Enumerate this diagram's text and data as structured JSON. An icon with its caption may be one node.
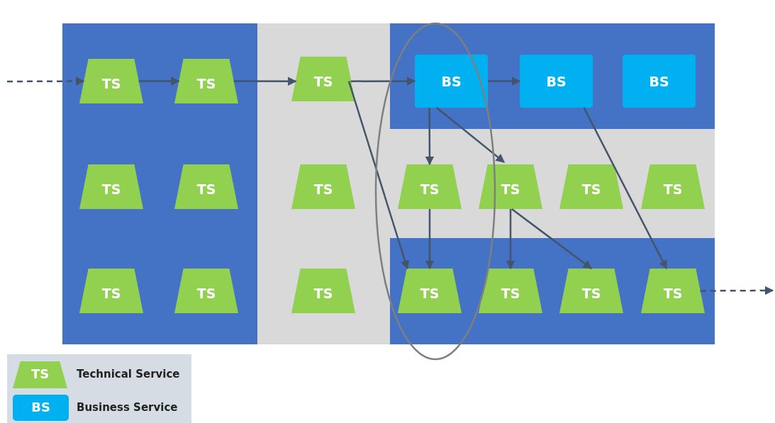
{
  "diagram": {
    "nodes": [
      {
        "text": [],
        "shape": "band"
      },
      {
        "text": [],
        "shape": "band"
      },
      {
        "text": [],
        "shape": "band"
      },
      {
        "text": [],
        "shape": "band"
      },
      {
        "text": [],
        "shape": "band"
      },
      {
        "text": [
          "TS"
        ],
        "in": 0
      },
      {
        "text": [
          "TS"
        ],
        "in": 0
      },
      {
        "text": [
          "TS"
        ],
        "in": 1
      },
      {
        "text": [
          "BS"
        ],
        "in": 2
      },
      {
        "text": [
          "BS"
        ],
        "in": 2
      },
      {
        "text": [
          "BS"
        ],
        "in": 2
      },
      {
        "text": [
          "TS"
        ],
        "in": 0
      },
      {
        "text": [
          "TS"
        ],
        "in": 0
      },
      {
        "text": [
          "TS"
        ],
        "in": 1
      },
      {
        "text": [
          "TS"
        ],
        "in": 3
      },
      {
        "text": [
          "TS"
        ],
        "in": 3
      },
      {
        "text": [
          "TS"
        ],
        "in": 3
      },
      {
        "text": [
          "TS"
        ],
        "in": 3
      },
      {
        "text": [
          "TS"
        ],
        "in": 0
      },
      {
        "text": [
          "TS"
        ],
        "in": 0
      },
      {
        "text": [
          "TS"
        ],
        "in": 1
      },
      {
        "text": [
          "TS"
        ],
        "in": 4
      },
      {
        "text": [
          "TS"
        ],
        "in": 4
      },
      {
        "text": [
          "TS"
        ],
        "in": 4
      },
      {
        "text": [
          "TS"
        ],
        "in": 4
      }
    ],
    "edges": [
      {
        "from": null,
        "to": 5,
        "arrow": "to",
        "style": "dashed"
      },
      {
        "from": 5,
        "to": 6,
        "arrow": "to"
      },
      {
        "from": 6,
        "to": 7,
        "arrow": "to"
      },
      {
        "from": 7,
        "to": 8,
        "arrow": "to"
      },
      {
        "from": 7,
        "to": 21,
        "arrow": "to"
      },
      {
        "from": 8,
        "to": 9,
        "arrow": "to"
      },
      {
        "from": 8,
        "to": 14,
        "arrow": "to"
      },
      {
        "from": 8,
        "to": 15,
        "arrow": "to"
      },
      {
        "from": 14,
        "to": 21,
        "arrow": "to"
      },
      {
        "from": 15,
        "to": 22,
        "arrow": "to"
      },
      {
        "from": 15,
        "to": 23,
        "arrow": "to"
      },
      {
        "from": 9,
        "to": 24,
        "arrow": "to"
      },
      {
        "from": 24,
        "to": null,
        "arrow": "to",
        "style": "dashed"
      }
    ],
    "labels": [
      "TS",
      "BS"
    ],
    "legend": [
      {
        "text": "Technical Service",
        "color": "#92d050"
      },
      {
        "text": "Business Service",
        "color": "#00b0f0"
      }
    ]
  }
}
